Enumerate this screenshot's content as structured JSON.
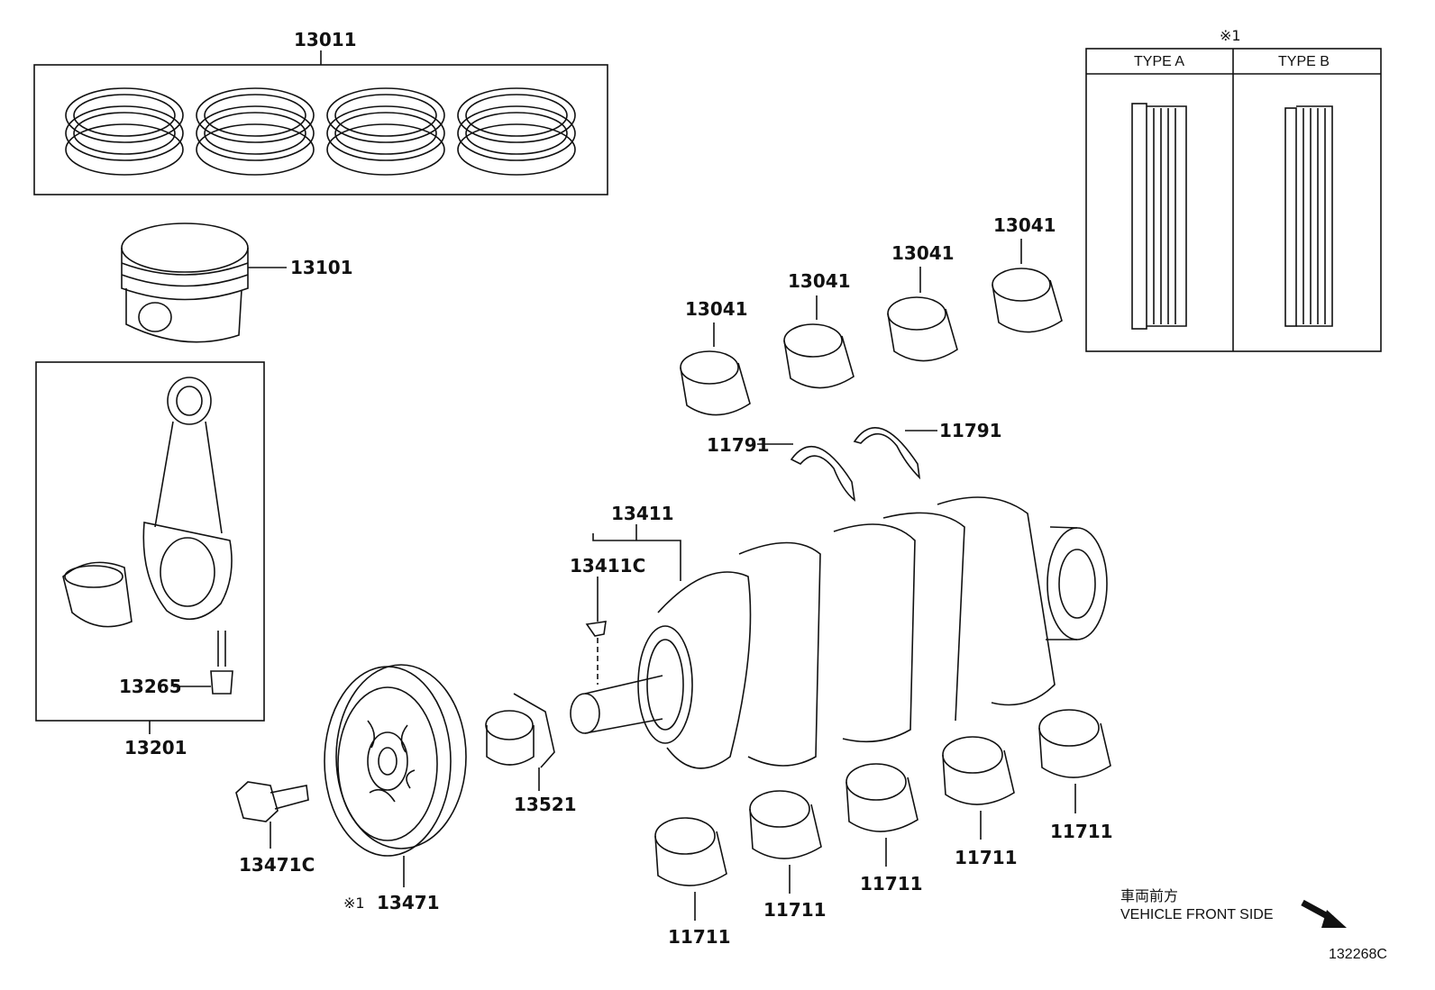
{
  "parts": {
    "piston_ring_set": "13011",
    "piston": "13101",
    "conrod_assy": "13201",
    "conrod_bolt": "13265",
    "crankshaft": "13411",
    "crankshaft_key": "13411C",
    "pulley_bolt": "13471C",
    "pulley": "13471",
    "pulley_mark": "※1",
    "crank_sprocket": "13521",
    "conrod_bearing_1": "13041",
    "conrod_bearing_2": "13041",
    "conrod_bearing_3": "13041",
    "conrod_bearing_4": "13041",
    "thrust_washer_left": "11791",
    "thrust_washer_right": "11791",
    "main_bearing_1": "11711",
    "main_bearing_2": "11711",
    "main_bearing_3": "11711",
    "main_bearing_4": "11711",
    "main_bearing_5": "11711"
  },
  "type_box": {
    "mark": "※1",
    "type_a": "TYPE A",
    "type_b": "TYPE B"
  },
  "direction": {
    "japanese": "車両前方",
    "english": "VEHICLE FRONT SIDE"
  },
  "figure_code": "132268C"
}
